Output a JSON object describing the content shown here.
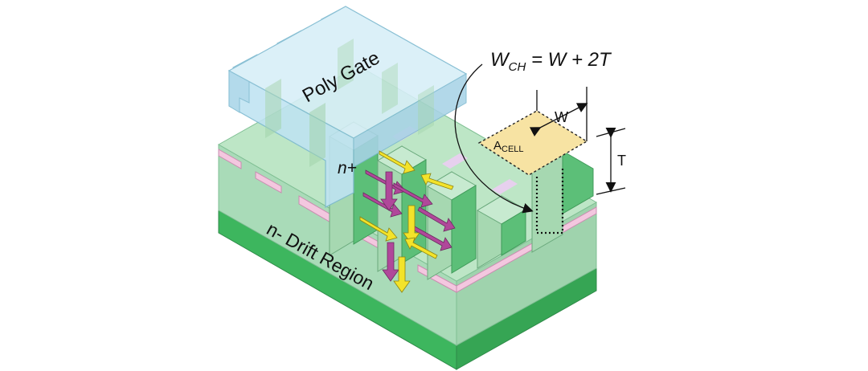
{
  "figure": {
    "labels": {
      "poly_gate": "Poly Gate",
      "n_plus": "n+",
      "drift": "n- Drift Region",
      "width": "W",
      "thickness": "T",
      "area_base": "A",
      "area_sub": "CELL"
    },
    "equation": {
      "lhs": "W",
      "lhs_sub": "CH",
      "rhs": " = W + 2T"
    },
    "colors": {
      "substrate_top": "#3db65e",
      "drift_face": "#a9dbb8",
      "drift_top": "#bde6c6",
      "fin": "#a6d8b1",
      "fin_dark": "#5cbf78",
      "gate": "#bfe3f2",
      "gate_edge": "#7ab8cf",
      "p_body": "#f3c7df",
      "cell_area": "#f7e3a3",
      "arrow_magenta": "#b0489a",
      "arrow_yellow": "#f3e32a"
    }
  }
}
